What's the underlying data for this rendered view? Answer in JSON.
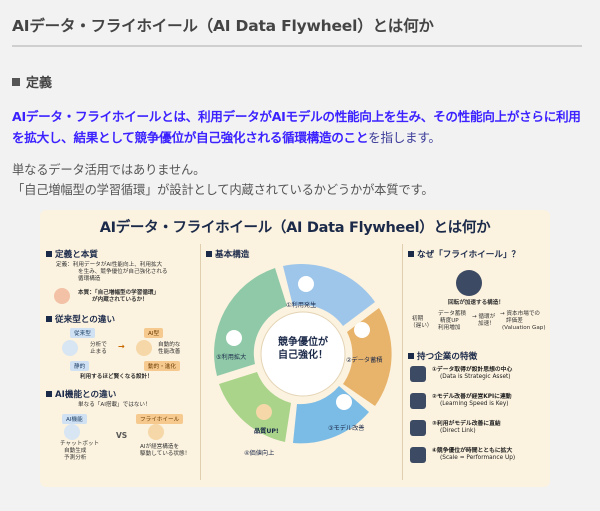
{
  "page_title": "AIデータ・フライホイール（AI Data Flywheel）とは何か",
  "section_heading": "定義",
  "lead": {
    "main": "AIデータ・フライホイールとは、利用データがAIモデルの性能向上を生み、その性能向上がさらに利用を拡大し、結果として競争優位が自己強化される循環構造のこと",
    "tail": "を指します。"
  },
  "sub": {
    "line1": "単なるデータ活用ではありません。",
    "line2": "「自己増幅型の学習循環」が設計として内蔵されているかどうかが本質です。"
  },
  "infographic": {
    "title": "AIデータ・フライホイール（AI Data Flywheel）とは何か",
    "left": {
      "def_heading": "定義と本質",
      "def_text1": "定義：利用データがAI性能向上、利用拡大",
      "def_text2": "を生み、競争優位が自己強化される",
      "def_text3": "循環構造",
      "def_essence1": "本質：「自己増幅型の学習循環」",
      "def_essence2": "が内蔵されているか！",
      "diff_heading": "従来型との違い",
      "conventional": "従来型",
      "conventional_desc1": "分析で",
      "conventional_desc2": "止まる",
      "static": "静的",
      "ai_type": "AI型",
      "ai_desc1": "自動的な",
      "ai_desc2": "性能改善",
      "dynamic": "動的・進化",
      "diff_note": "利用するほど賢くなる設計！",
      "func_heading": "AI機能との違い",
      "func_note": "単なる「AI搭載」ではない！",
      "ai_feature": "AI機能",
      "ai_feature_list1": "チャットボット",
      "ai_feature_list2": "自動生成",
      "ai_feature_list3": "予測分析",
      "vs": "VS",
      "flywheel": "フライホイール",
      "flywheel_desc1": "AIが経営構造を",
      "flywheel_desc2": "駆動している状態！"
    },
    "center": {
      "heading": "基本構造",
      "core1": "競争優位が",
      "core2": "自己強化！",
      "step1": "①利用発生",
      "step2": "②データ蓄積",
      "step3": "③モデル改善",
      "step4": "④価値向上",
      "step5": "⑤利用拡大",
      "quality": "品質UP!"
    },
    "right": {
      "why_heading": "なぜ「フライホイール」？",
      "why_note": "回転が加速する構造！",
      "early1": "初期",
      "early2": "（遅い）",
      "data_up1": "データ蓄積",
      "data_up2": "精度UP",
      "data_up3": "利用増加",
      "accel1": "→ 循環が",
      "accel2": "加速！",
      "moat1": "→ 資本市場での",
      "moat2": "評価差",
      "moat3": "(Valuation Gap)",
      "feat_heading": "持つ企業の特徴",
      "feat1a": "①データ取得が設計思想の中心",
      "feat1b": "(Data is Strategic Asset)",
      "feat2a": "②モデル改善が経営KPIに連動",
      "feat2b": "(Learning Speed is Key)",
      "feat3a": "③利用がモデル改善に直結",
      "feat3b": "(Direct Link)",
      "feat4a": "④競争優位が時間とともに拡大",
      "feat4b": "(Scale = Performance Up)"
    }
  }
}
